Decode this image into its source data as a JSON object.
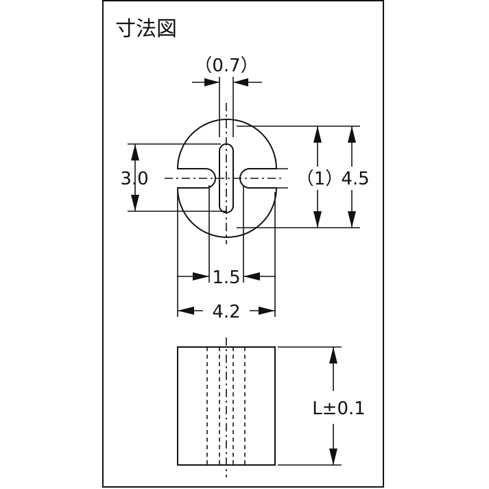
{
  "title": "寸法図",
  "dimensions": {
    "slot_width": "（0.7）",
    "slot_depth_height": "3.0",
    "slot_height": "（1）",
    "overall_height": "4.5",
    "slot_span": "1.5",
    "overall_width": "4.2",
    "length": "L±0.1"
  }
}
